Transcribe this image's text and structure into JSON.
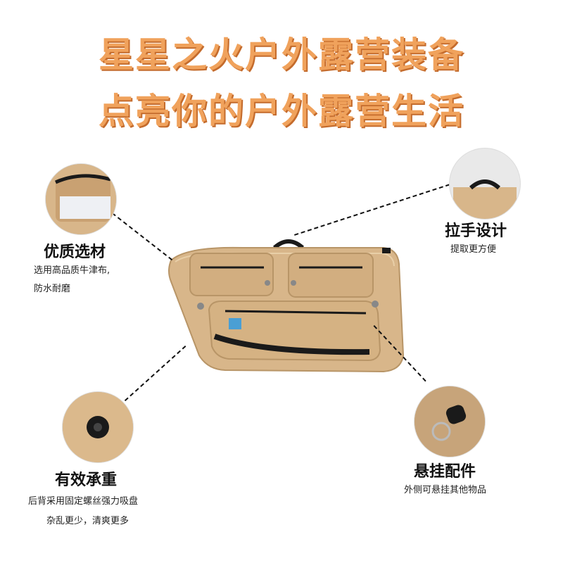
{
  "headline": {
    "line1": "星星之火户外露营装备",
    "line2": "点亮你的户外露营生活"
  },
  "features": {
    "material": {
      "title": "优质选材",
      "desc1": "选用高品质牛津布,",
      "desc2": "防水耐磨"
    },
    "handle": {
      "title": "拉手设计",
      "desc1": "提取更方便"
    },
    "mount": {
      "title": "有效承重",
      "desc1": "后背采用固定螺丝强力吸盘",
      "desc2": "杂乱更少，清爽更多"
    },
    "accessory": {
      "title": "悬挂配件",
      "desc1": "外侧可悬挂其他物品"
    }
  },
  "colors": {
    "headline": "#f0a25c",
    "headline_shadow": "#c46b2c",
    "bag_fabric": "#d8b68a",
    "zipper": "#1a1a1a"
  }
}
